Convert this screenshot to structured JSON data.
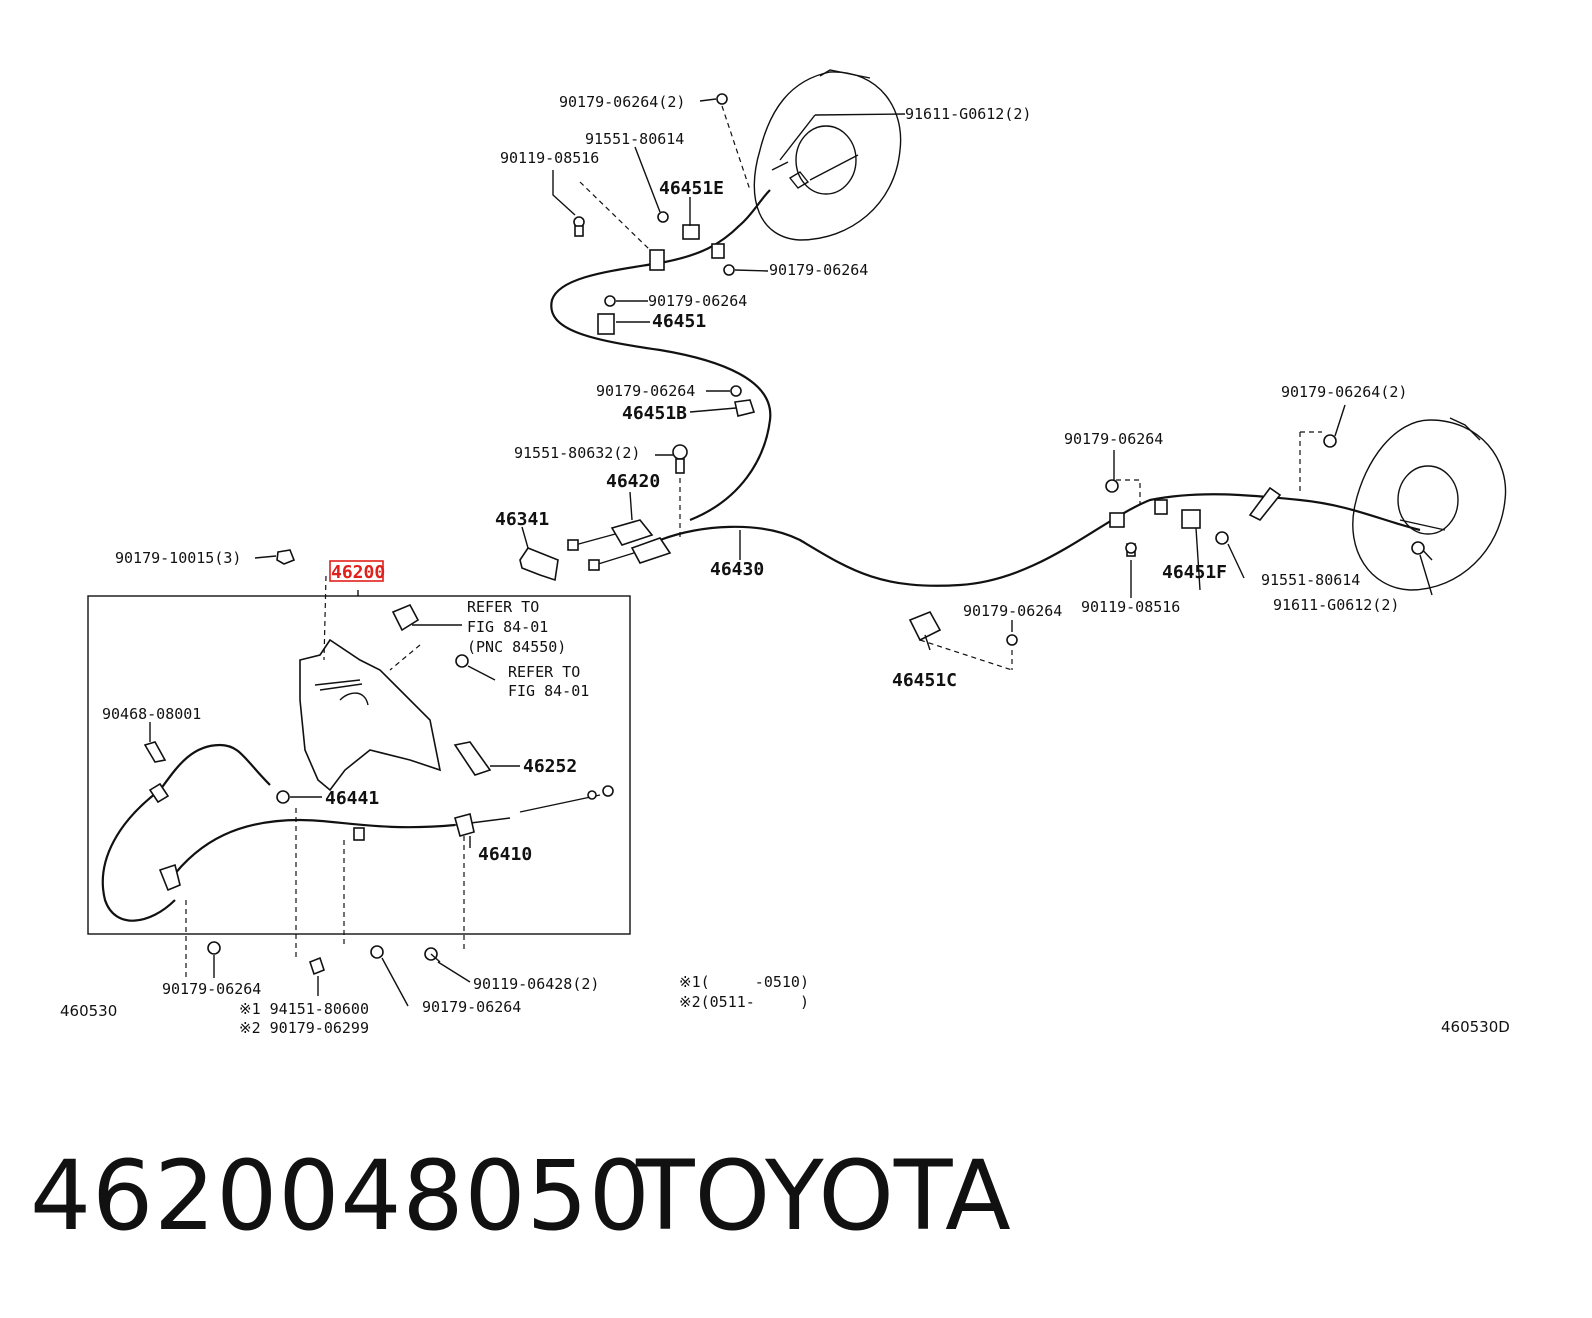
{
  "labels": {
    "p1": "90179-06264(2)",
    "p2": "91611-G0612(2)",
    "p3": "91551-80614",
    "p4": "90119-08516",
    "p5": "46451E",
    "p6": "90179-06264",
    "p7": "90179-06264",
    "p8": "46451",
    "p9": "90179-06264",
    "p10": "46451B",
    "p11": "91551-80632(2)",
    "p12": "46420",
    "p13": "46341",
    "p14": "90179-10015(3)",
    "p15": "46200",
    "p16": "46430",
    "p17": "90179-06264(2)",
    "p18": "90179-06264",
    "p19": "46451F",
    "p20": "91551-80614",
    "p21": "91611-G0612(2)",
    "p22": "90179-06264",
    "p23": "90119-08516",
    "p24": "46451C",
    "p25": "90468-08001",
    "p26": "46252",
    "p27": "46441",
    "p28": "46410",
    "p29": "90179-06264",
    "p30": "90119-06428(2)",
    "p31": "90179-06264",
    "p32": "※1 94151-80600",
    "p33": "※2 90179-06299"
  },
  "refer1": [
    "REFER TO",
    "FIG 84-01",
    "(PNC 84550)"
  ],
  "refer2": [
    "REFER TO",
    "FIG 84-01"
  ],
  "notes": [
    "※1(     -0510)",
    "※2(0511-     )"
  ],
  "code_left": "460530",
  "code_right": "460530D",
  "footer": {
    "part_number": "4620048050",
    "brand": "TOYOTA"
  },
  "highlight_color": "#e0211b"
}
